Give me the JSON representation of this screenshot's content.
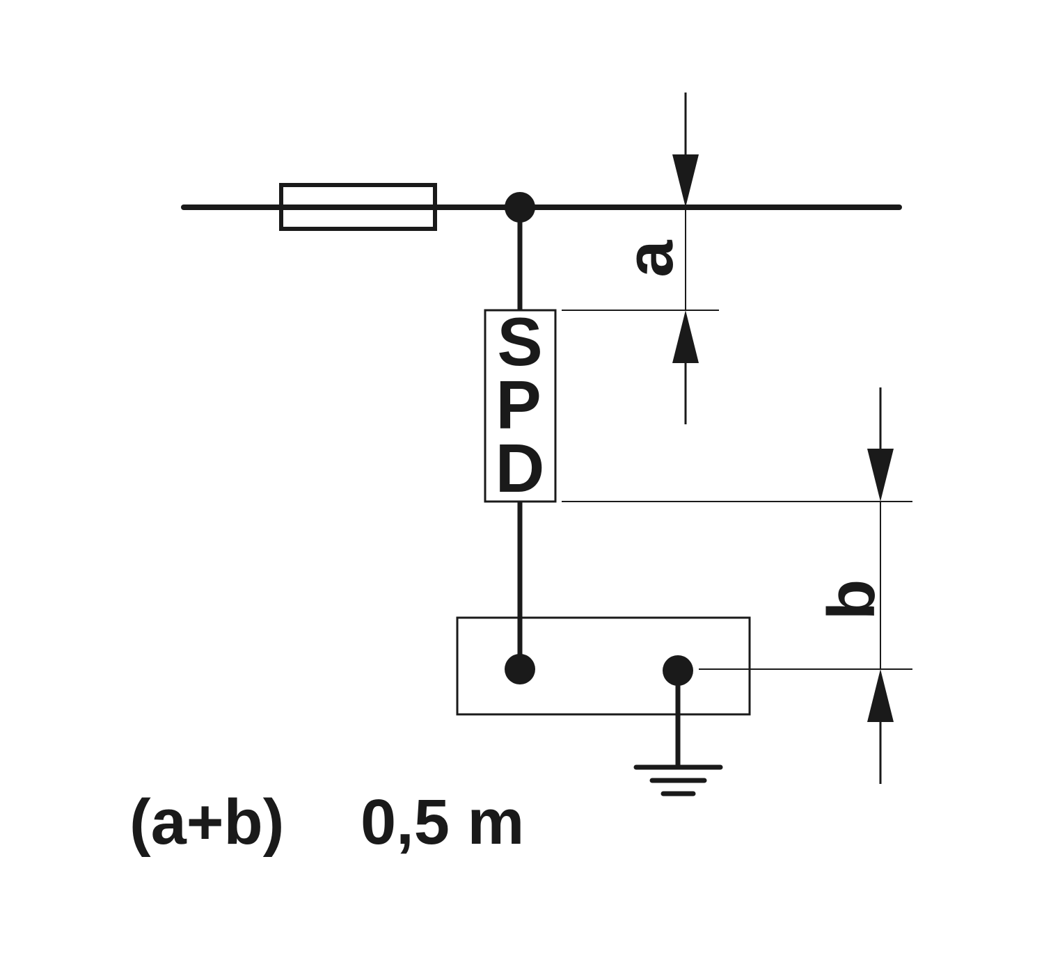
{
  "spd_box": {
    "letter_s": "S",
    "letter_p": "P",
    "letter_d": "D"
  },
  "dimensions": {
    "a_label": "a",
    "b_label": "b"
  },
  "rule": {
    "expression": "(a+b)",
    "limit": "0,5 m"
  },
  "colors": {
    "ink": "#1a1a1a",
    "background": "#ffffff"
  }
}
